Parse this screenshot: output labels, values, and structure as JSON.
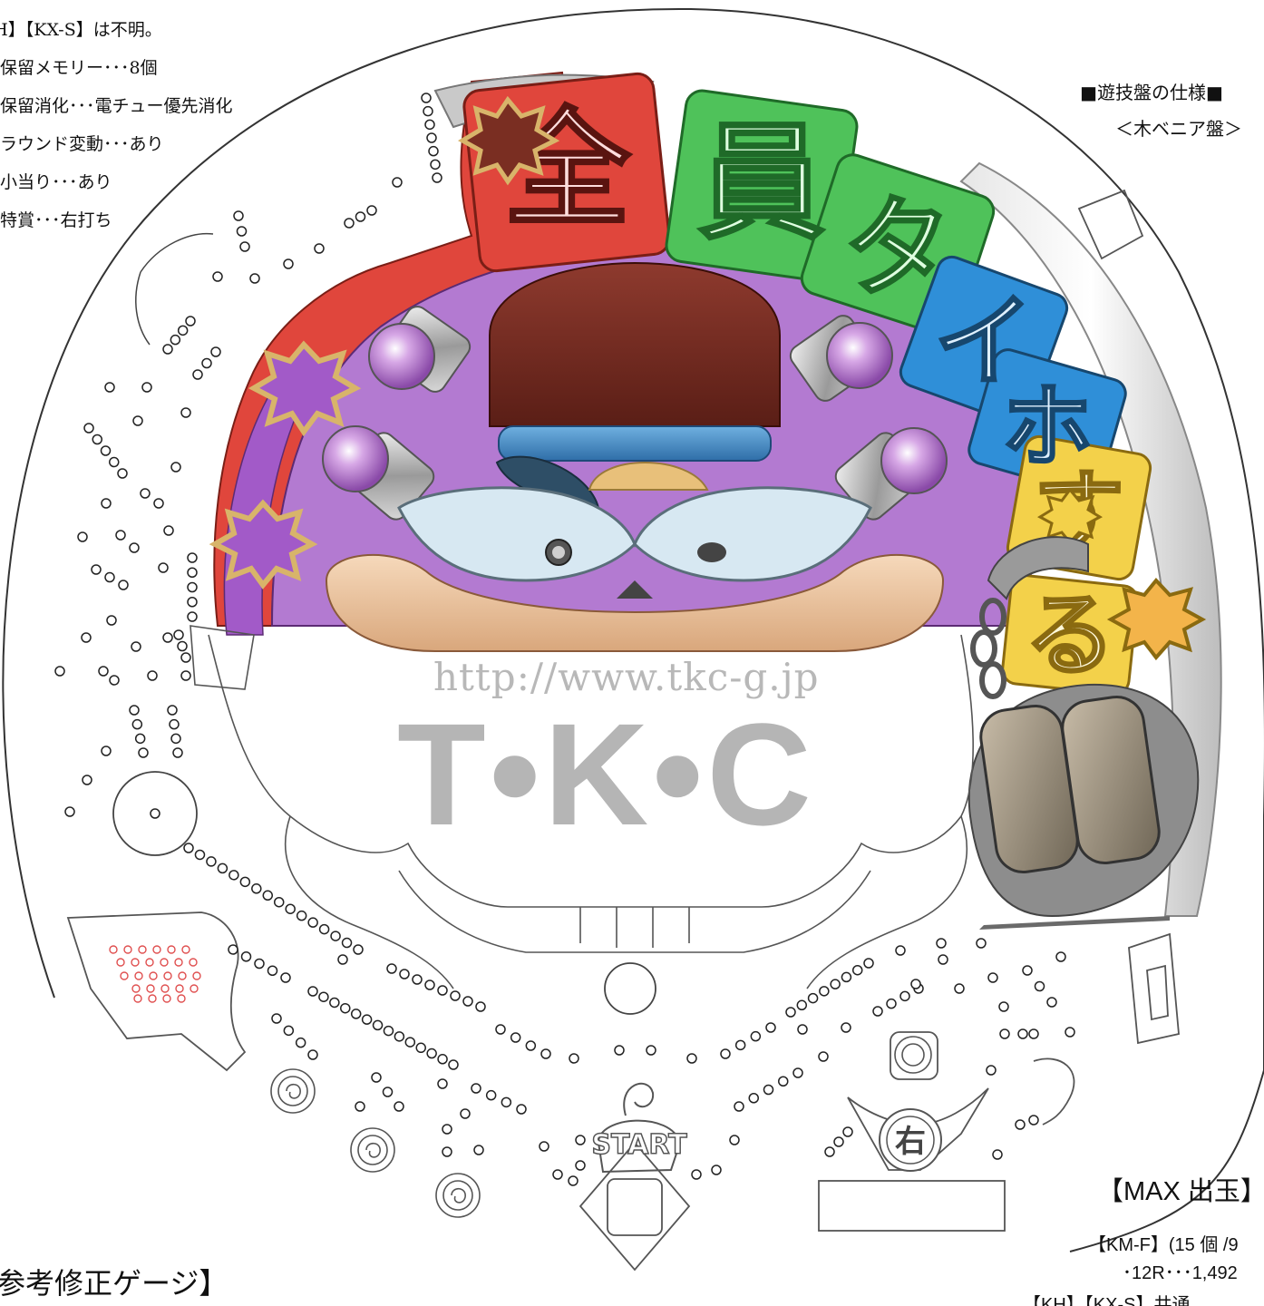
{
  "spec_notes": {
    "lines": [
      "KH】【KX-S】は不明。",
      "保留メモリー･･･8個",
      "保留消化･･･電チュー優先消化",
      "ラウンド変動･･･あり",
      "小当り･･･あり",
      "特賞･･･右打ち"
    ]
  },
  "board_spec": {
    "title": "■遊技盤の仕様■",
    "subtitle": "＜木ベニア盤＞"
  },
  "watermark": {
    "url": "http://www.tkc-g.jp",
    "brand": "T•K•C"
  },
  "max_payout": {
    "heading": "【MAX 出玉】",
    "line1": "【KM-F】(15 個 /9",
    "line2": "･12R･･･1,492",
    "line3": "【KH】【KX-S】共通"
  },
  "gauge_heading": "参考修正ゲージ】",
  "board_labels": {
    "start": "START",
    "right": "右",
    "logo_chars": [
      "全",
      "員",
      "タ",
      "イ",
      "ホ",
      "す",
      "る"
    ]
  },
  "colors": {
    "red": "#e0463c",
    "green": "#4fc25a",
    "blue": "#2f8fd8",
    "yellow": "#f3d14a",
    "purple": "#b37ad1",
    "brown": "#7a2e22",
    "skin": "#eec9a3",
    "pin": "#222222",
    "red_pin": "#e05050"
  }
}
